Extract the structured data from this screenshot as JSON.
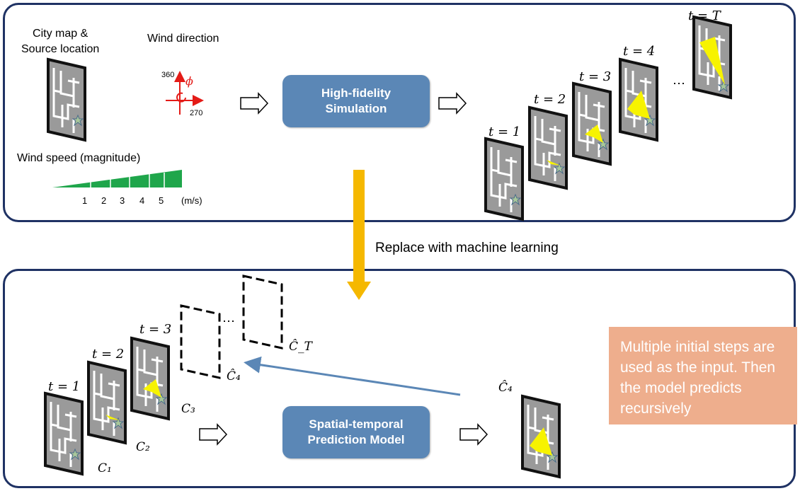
{
  "top": {
    "city_map_label": "City map &\nSource location",
    "wind_direction_label": "Wind direction",
    "wind_dir_360": "360",
    "wind_dir_270": "270",
    "wind_dir_phi": "ϕ",
    "wind_speed_label": "Wind speed (magnitude)",
    "wind_speed_ticks": [
      "1",
      "2",
      "3",
      "4",
      "5"
    ],
    "wind_speed_unit": "(m/s)",
    "wind_speed_color": "#1fa64b",
    "simulation_label": "High-fidelity\nSimulation",
    "frame_labels": [
      "t = 1",
      "t = 2",
      "t = 3",
      "t = 4",
      "t = T"
    ],
    "ellipsis": "⋯"
  },
  "middle": {
    "replace_label": "Replace with machine learning",
    "arrow_color": "#f5b800"
  },
  "bottom": {
    "input_frame_labels": [
      "t = 1",
      "t = 2",
      "t = 3"
    ],
    "c_labels": [
      "C₁",
      "C₂",
      "C₃"
    ],
    "c_hat_4": "Ĉ₄",
    "c_hat_T": "Ĉ_T",
    "c_hat_4_output": "Ĉ₄",
    "model_label": "Spatial-temporal\nPrediction Model",
    "note": "Multiple initial steps are used as the input. Then the model predicts recursively",
    "note_color": "#eeae8d",
    "ellipsis": "⋯"
  },
  "colors": {
    "border": "#1f3264",
    "box": "#5b87b6",
    "feedback_arrow": "#5b87b6",
    "plume": "#f7f300"
  }
}
